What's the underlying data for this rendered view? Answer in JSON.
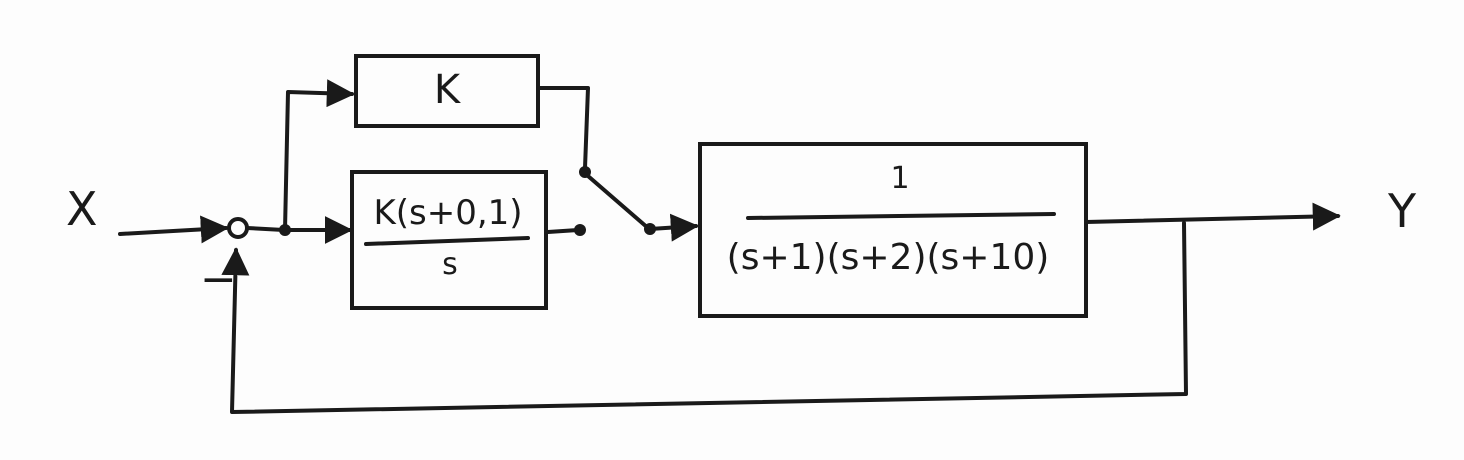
{
  "diagram": {
    "input_label": "X",
    "output_label": "Y",
    "feedback_sign": "−",
    "blocks": {
      "gain": {
        "label": "K"
      },
      "pi_controller": {
        "numerator": "K(s+0,1)",
        "denominator": "s"
      },
      "plant": {
        "numerator": "1",
        "denominator": "(s+1)(s+2)(s+10)"
      }
    }
  }
}
